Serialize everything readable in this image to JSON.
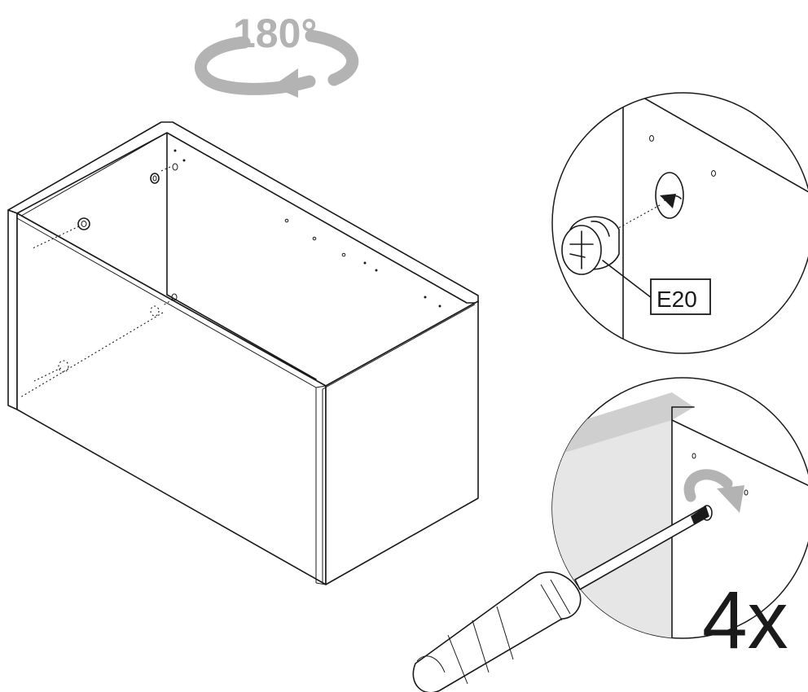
{
  "rotation": {
    "text": "180°",
    "color": "#b3b3b3"
  },
  "detail_top": {
    "part_label": "E20"
  },
  "detail_bottom": {
    "count": "4x",
    "arrow_color": "#b3b3b3",
    "panel_shade": "#e6e6e6"
  },
  "icons": [
    "rotate-180-arrow-icon",
    "cam-lock-icon",
    "screwdriver-icon",
    "clockwise-arrow-icon"
  ]
}
